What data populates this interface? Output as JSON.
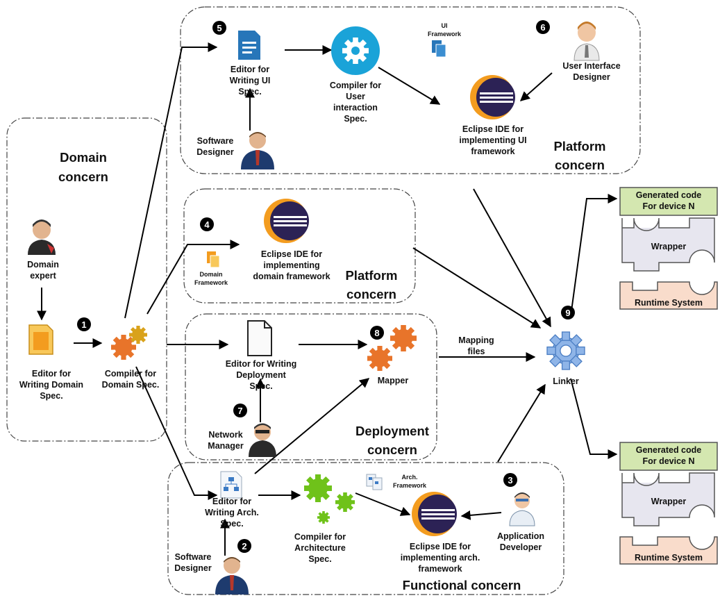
{
  "concerns": {
    "domain": "Domain\nconcern",
    "platform_top": "Platform\nconcern",
    "platform_mid": "Platform\nconcern",
    "deployment": "Deployment\nconcern",
    "functional": "Functional concern"
  },
  "nodes": {
    "domain_expert": "Domain\nexpert",
    "editor_domain": "Editor for\nWriting Domain\nSpec.",
    "compiler_domain": "Compiler for\nDomain Spec.",
    "editor_ui": "Editor for\nWriting UI\nSpec.",
    "compiler_ui": "Compiler for\nUser\ninteraction\nSpec.",
    "ui_framework": "UI\nFramework",
    "eclipse_ui": "Eclipse IDE for\nimplementing UI\nframework",
    "ui_designer": "User Interface\nDesigner",
    "software_designer_top": "Software\nDesigner",
    "eclipse_domain": "Eclipse IDE for\nimplementing\ndomain framework",
    "domain_framework": "Domain\nFramework",
    "editor_deploy": "Editor for Writing\nDeployment\nSpec.",
    "mapper": "Mapper",
    "network_manager": "Network\nManager",
    "mapping_files": "Mapping\nfiles",
    "linker": "Linker",
    "editor_arch": "Editor for\nWriting Arch.\nSpec.",
    "compiler_arch": "Compiler for\nArchitecture\nSpec.",
    "arch_framework": "Arch.\nFramework",
    "eclipse_arch": "Eclipse IDE for\nimplementing arch.\nframework",
    "app_developer": "Application\nDeveloper",
    "software_designer_bottom": "Software\nDesigner"
  },
  "outputs": [
    {
      "generated": "Generated code\nFor device N",
      "wrapper": "Wrapper",
      "runtime": "Runtime System"
    },
    {
      "generated": "Generated code\nFor device N",
      "wrapper": "Wrapper",
      "runtime": "Runtime System"
    }
  ],
  "steps": [
    "1",
    "2",
    "3",
    "4",
    "5",
    "6",
    "7",
    "8",
    "9"
  ],
  "colors": {
    "generated_fill": "#d4e7b0",
    "wrapper_fill": "#e7e6ef",
    "runtime_fill": "#f9dccb",
    "gear_blue": "#8fb5e8",
    "gear_orange": "#e8742a",
    "gear_green": "#6fc21a",
    "eclipse_purple": "#2c2255",
    "eclipse_orange": "#f39c1f"
  }
}
